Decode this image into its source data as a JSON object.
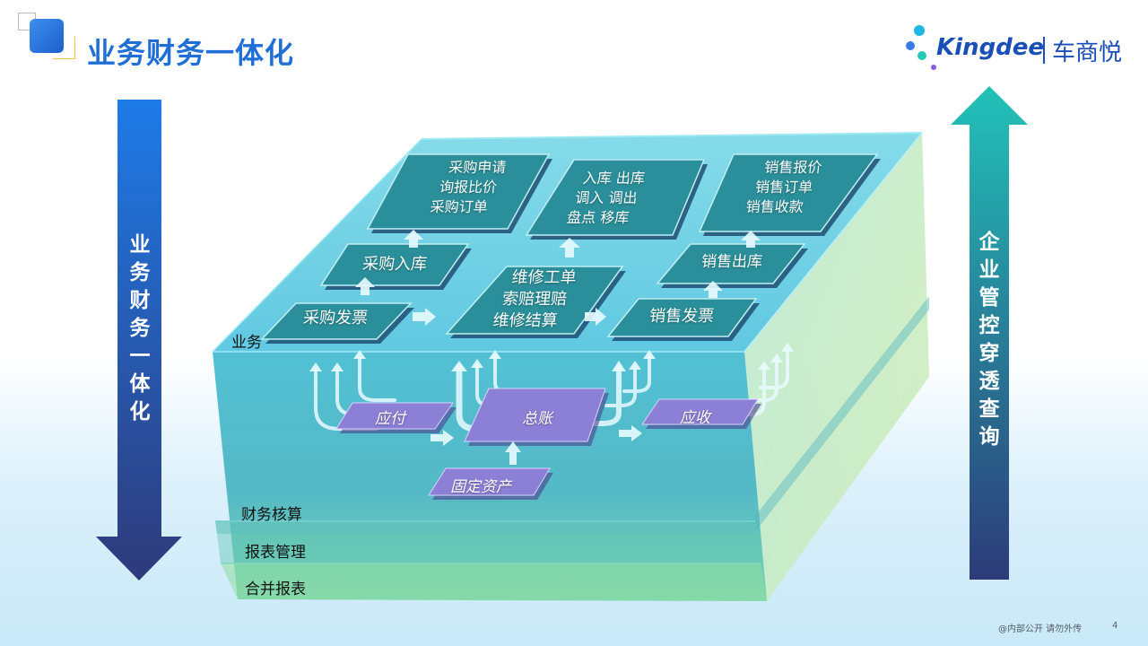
{
  "title": "业务财务一体化",
  "logo": {
    "brand": "Kingdee",
    "chinese": "车商悦"
  },
  "left_arrow": {
    "label": "业务财务一体化",
    "color": "#2355a8"
  },
  "right_arrow": {
    "label": "企业管控穿透查询",
    "color": "#1fb5b2"
  },
  "layers": {
    "business": "业务",
    "accounting": "财务核算",
    "reports": "报表管理",
    "consolidated": "合并报表"
  },
  "business_tiles": {
    "purchase_top": [
      "采购申请",
      "询报比价",
      "采购订单"
    ],
    "inventory": [
      "入库 出库",
      "调入 调出",
      "盘点 移库"
    ],
    "sales_top": [
      "销售报价",
      "销售订单",
      "销售收款"
    ],
    "purchase_in": "采购入库",
    "repair": [
      "维修工单",
      "索赔理赔",
      "维修结算"
    ],
    "sales_out": "销售出库",
    "purchase_invoice": "采购发票",
    "sales_invoice": "销售发票"
  },
  "finance_tiles": {
    "payable": "应付",
    "ledger": "总账",
    "receivable": "应收",
    "fixed_assets": "固定资产"
  },
  "footer": {
    "note": "@内部公开 请勿外传",
    "page": "4"
  },
  "colors": {
    "tile": "#2a8f9a",
    "finance_tile": "#8b7fd6",
    "title": "#1f6fd6"
  }
}
